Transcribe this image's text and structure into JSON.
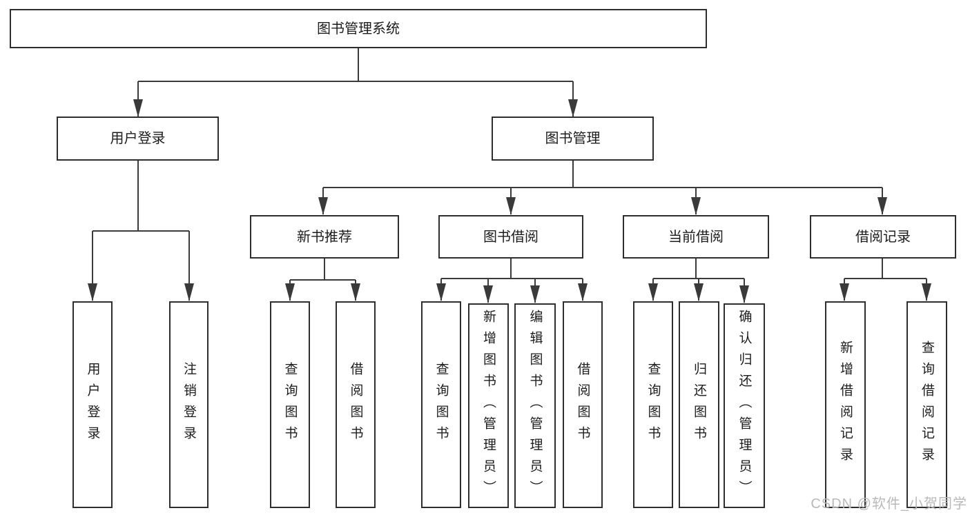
{
  "style": {
    "line_color": "#3a3a3a",
    "box_border": "#2d2d2d",
    "box_fill": "#ffffff",
    "text_color": "#1c1c1c",
    "watermark_color": "#b9b9b9",
    "page_bg": "#ffffff"
  },
  "diagram_type": "hierarchy",
  "tree": {
    "label": "图书管理系统",
    "children": [
      {
        "label": "用户登录",
        "children": [
          {
            "label": "用户登录"
          },
          {
            "label": "注销登录"
          }
        ]
      },
      {
        "label": "图书管理",
        "children": [
          {
            "label": "新书推荐",
            "children": [
              {
                "label": "查询图书"
              },
              {
                "label": "借阅图书"
              }
            ]
          },
          {
            "label": "图书借阅",
            "children": [
              {
                "label": "查询图书"
              },
              {
                "label": "新增图书（管理员）"
              },
              {
                "label": "编辑图书（管理员）"
              },
              {
                "label": "借阅图书"
              }
            ]
          },
          {
            "label": "当前借阅",
            "children": [
              {
                "label": "查询图书"
              },
              {
                "label": "归还图书"
              },
              {
                "label": "确认归还（管理员）"
              }
            ]
          },
          {
            "label": "借阅记录",
            "children": [
              {
                "label": "新增借阅记录"
              },
              {
                "label": "查询借阅记录"
              }
            ]
          }
        ]
      }
    ]
  },
  "watermark": {
    "text": "CSDN @软件_小贺同学"
  }
}
